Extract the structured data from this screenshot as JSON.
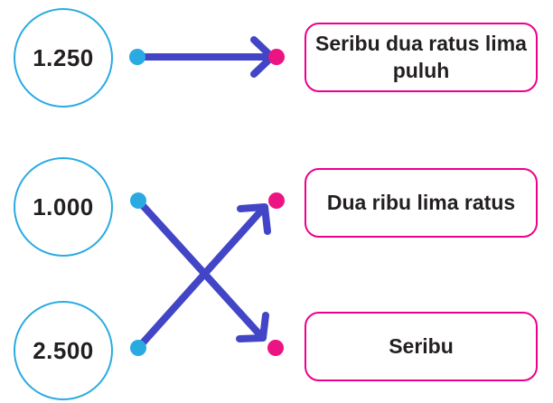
{
  "exercise": {
    "type": "number-to-words matching",
    "left_numbers": [
      {
        "label": "1.250"
      },
      {
        "label": "1.000"
      },
      {
        "label": "2.500"
      }
    ],
    "right_words": [
      {
        "label": "Seribu dua ratus lima puluh"
      },
      {
        "label": "Dua ribu lima ratus"
      },
      {
        "label": "Seribu"
      }
    ],
    "connections": [
      {
        "from": "1.250",
        "to": "Seribu dua ratus lima puluh"
      },
      {
        "from": "1.000",
        "to": "Seribu"
      },
      {
        "from": "2.500",
        "to": "Dua ribu lima ratus"
      }
    ]
  },
  "colors": {
    "background": "#FFFFFF",
    "circle_border": "#29ABE2",
    "box_border": "#EC008C",
    "arrow": "#4245C6",
    "left_dot": "#29ABE2",
    "right_dot": "#EC1483",
    "text": "#231F20"
  }
}
